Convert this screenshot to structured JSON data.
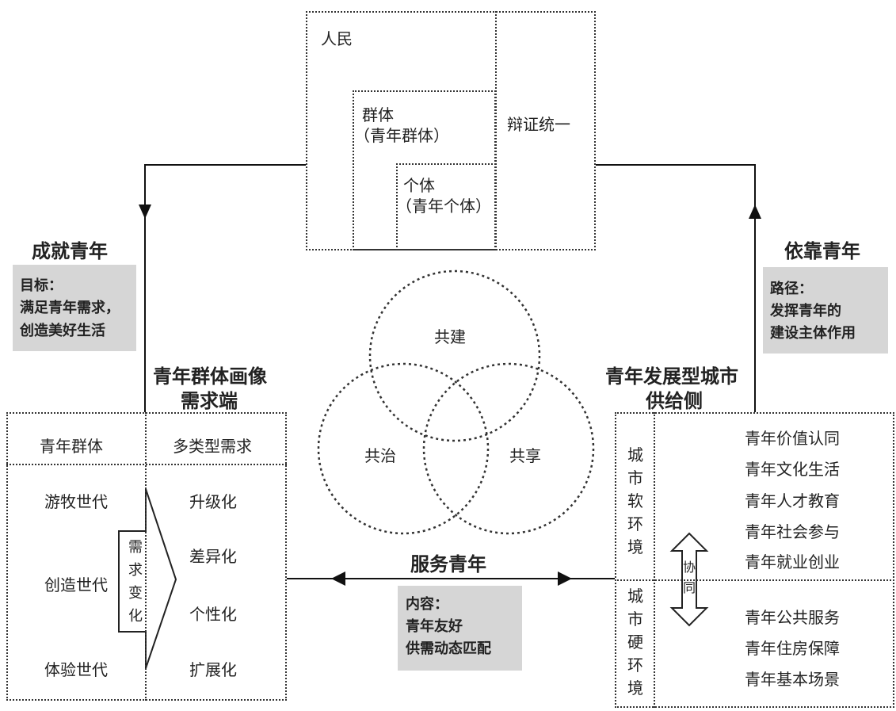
{
  "top": {
    "people": "人民",
    "group_line1": "群体",
    "group_line2": "（青年群体）",
    "individual_line1": "个体",
    "individual_line2": "（青年个体）",
    "dialectical": "辩证统一"
  },
  "left_goal": {
    "title": "成就青年",
    "box_line1": "目标：",
    "box_line2": "满足青年需求，",
    "box_line3": "创造美好生活"
  },
  "right_path": {
    "title": "依靠青年",
    "box_line1": "路径：",
    "box_line2": "发挥青年的",
    "box_line3": "建设主体作用"
  },
  "venn": {
    "build": "共建",
    "govern": "共治",
    "share": "共享"
  },
  "demand": {
    "title_line1": "青年群体画像",
    "title_line2": "需求端",
    "col1_header": "青年群体",
    "col2_header": "多类型需求",
    "generations": [
      "游牧世代",
      "创造世代",
      "体验世代"
    ],
    "needs": [
      "升级化",
      "差异化",
      "个性化",
      "扩展化"
    ],
    "arrow_label": [
      "需",
      "求",
      "变",
      "化"
    ]
  },
  "supply": {
    "title_line1": "青年发展型城市",
    "title_line2": "供给侧",
    "soft_env": [
      "城",
      "市",
      "软",
      "环",
      "境"
    ],
    "hard_env": [
      "城",
      "市",
      "硬",
      "环",
      "境"
    ],
    "soft_items": [
      "青年价值认同",
      "青年文化生活",
      "青年人才教育",
      "青年社会参与",
      "青年就业创业"
    ],
    "hard_items": [
      "青年公共服务",
      "青年住房保障",
      "青年基本场景"
    ],
    "synergy": [
      "协",
      "同"
    ]
  },
  "serve": {
    "title": "服务青年",
    "box_line1": "内容：",
    "box_line2": "青年友好",
    "box_line3": "供需动态匹配"
  }
}
